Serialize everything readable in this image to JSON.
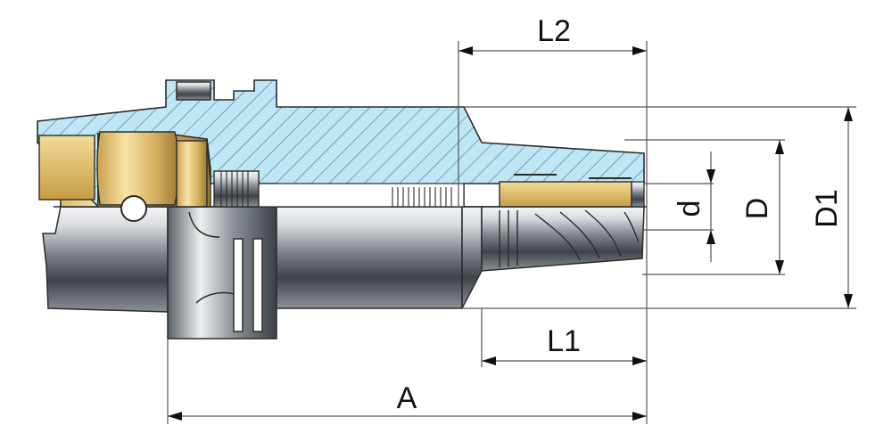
{
  "drawing": {
    "colors": {
      "section_fill": "#bfe6f5",
      "hatch": "#4f6f86",
      "outline": "#2b2b2b",
      "brass": "#e3c06f",
      "steel_light": "#e6e8ea",
      "steel_dark": "#4a4f55",
      "dimension_line": "#555555"
    },
    "dimensions": {
      "L2": "L2",
      "L1": "L1",
      "A": "A",
      "d": "d",
      "D": "D",
      "D1": "D1"
    }
  }
}
